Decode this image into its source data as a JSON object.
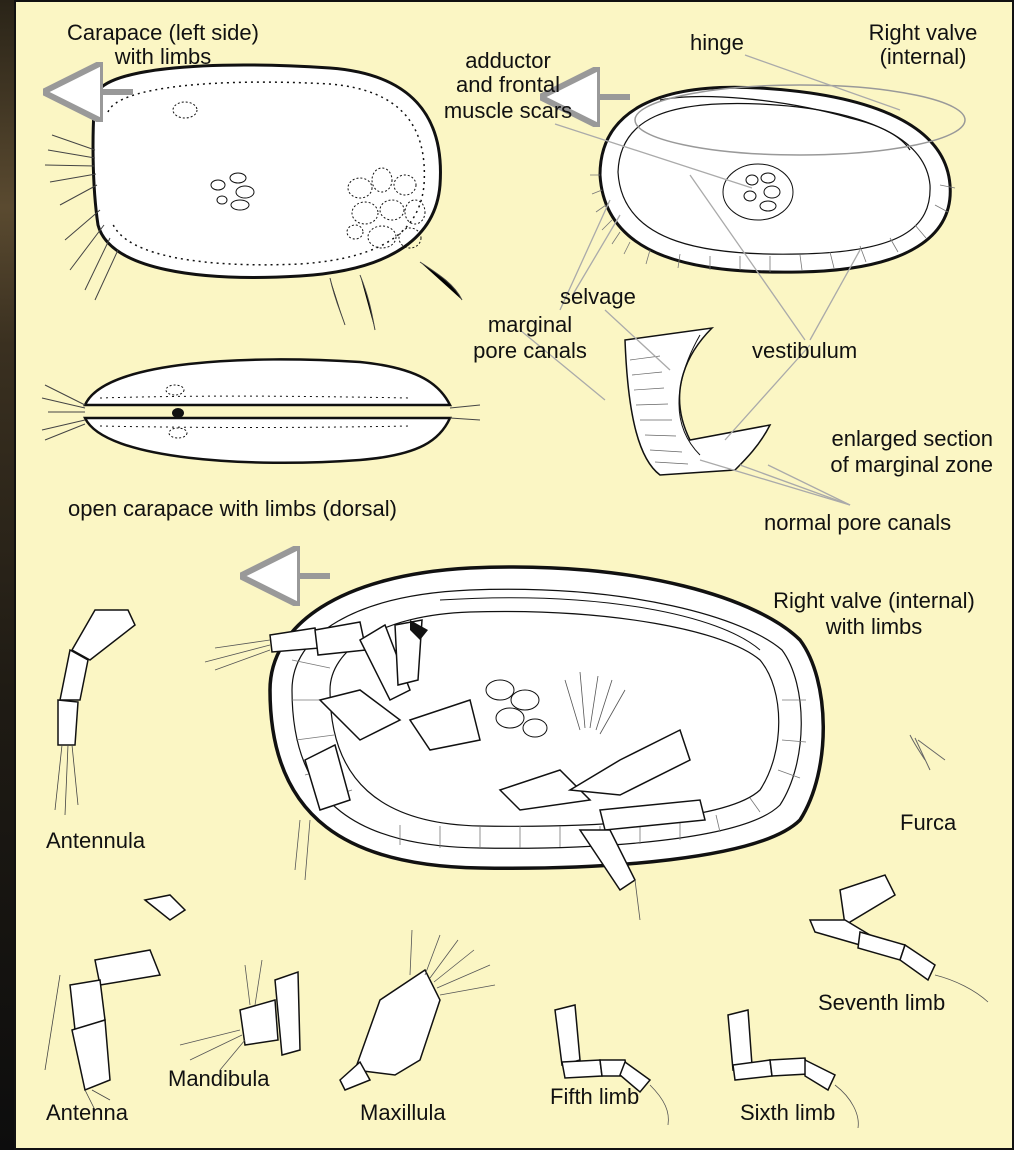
{
  "labels": {
    "carapace_left": "Carapace (left side)",
    "carapace_left_2": "with limbs",
    "adductor_1": "adductor",
    "adductor_2": "and frontal",
    "adductor_3": "muscle scars",
    "hinge": "hinge",
    "right_valve_1": "Right valve",
    "right_valve_2": "(internal)",
    "selvage": "selvage",
    "marginal_1": "marginal",
    "marginal_2": "pore canals",
    "vestibulum": "vestibulum",
    "enlarged_1": "enlarged section",
    "enlarged_2": "of marginal zone",
    "open_carapace": "open carapace with limbs (dorsal)",
    "normal_pore": "normal pore canals",
    "rv_limbs_1": "Right valve (internal)",
    "rv_limbs_2": "with limbs",
    "antennula": "Antennula",
    "furca": "Furca",
    "antenna": "Antenna",
    "mandibula": "Mandibula",
    "maxillula": "Maxillula",
    "fifth_limb": "Fifth limb",
    "sixth_limb": "Sixth limb",
    "seventh_limb": "Seventh limb"
  },
  "colors": {
    "background": "#fbf6c4",
    "outline": "#111111",
    "leader": "#9a9a9a",
    "fill": "#ffffff"
  }
}
